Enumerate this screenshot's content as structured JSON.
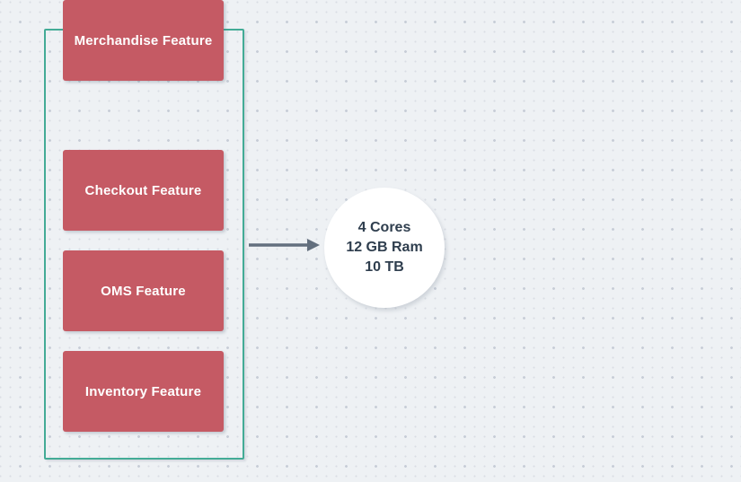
{
  "colors": {
    "canvas_bg": "#eef1f4",
    "dot_minor": "#d9dde4",
    "dot_major": "#c7cdd7",
    "group_border": "#43ab96",
    "feature_fill": "#c55a64",
    "feature_text": "#ffffff",
    "arrow": "#636f7e",
    "node_fill": "#ffffff",
    "node_text": "#2f3e4e"
  },
  "group": {
    "features": [
      {
        "label": "Checkout Feature"
      },
      {
        "label": "OMS Feature"
      },
      {
        "label": "Inventory Feature"
      },
      {
        "label": "Merchandise Feature"
      }
    ]
  },
  "server_node": {
    "lines": [
      "4 Cores",
      "12 GB Ram",
      "10 TB"
    ]
  }
}
